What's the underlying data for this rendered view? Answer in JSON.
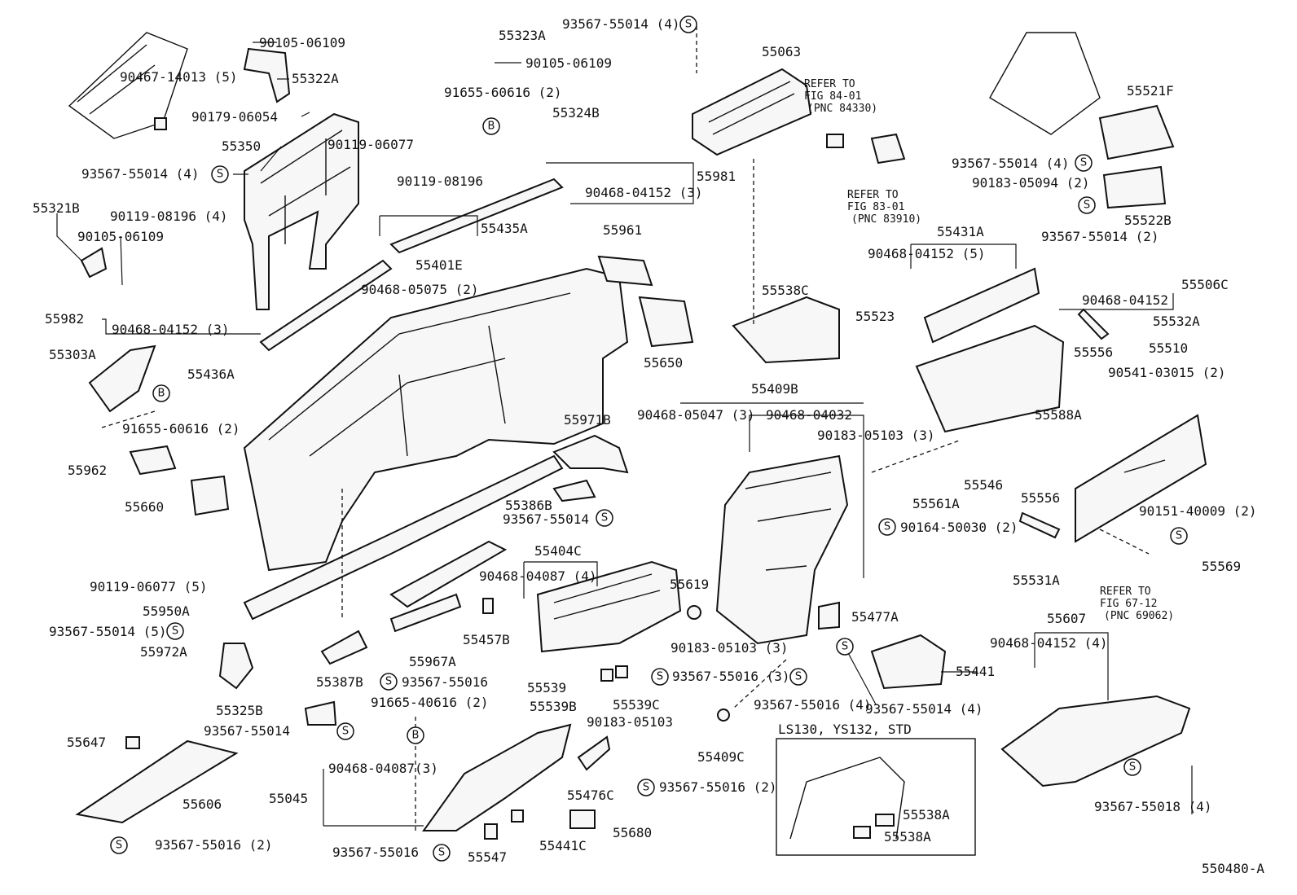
{
  "diagram_id": "550480-A",
  "inset_title": "LS130, YS132, STD",
  "refer_notes": {
    "fig_84_01": [
      "REFER TO",
      "FIG 84-01",
      "(PNC 84330)"
    ],
    "fig_83_01": [
      "REFER TO",
      "FIG 83-01",
      "(PNC 83910)"
    ],
    "fig_67_12": [
      "REFER TO",
      "FIG 67-12",
      "(PNC 69062)"
    ]
  },
  "symbols": {
    "s": "S",
    "b": "B"
  },
  "labels": {
    "p90105_06109_top": "90105-06109",
    "p90467_14013": "90467-14013 (5)",
    "p55322A": "55322A",
    "p90179_06054": "90179-06054",
    "p90119_06077_top": "90119-06077",
    "p55350": "55350",
    "p93567_55014_4_left": "93567-55014 (4)",
    "p55321B": "55321B",
    "p90119_08196_4": "90119-08196 (4)",
    "p90105_06109_left": "90105-06109",
    "p55982": "55982",
    "p90468_04152_3_left": "90468-04152 (3)",
    "p55303A": "55303A",
    "p55436A": "55436A",
    "p91655_60616_2_left": "91655-60616 (2)",
    "p55962": "55962",
    "p55660": "55660",
    "p90119_06077_5": "90119-06077 (5)",
    "p55950A": "55950A",
    "p93567_55014_5": "93567-55014 (5)",
    "p55972A": "55972A",
    "p55325B": "55325B",
    "p93567_55014_bl": "93567-55014",
    "p55647": "55647",
    "p55606": "55606",
    "p93567_55016_2_bl": "93567-55016 (2)",
    "p55323A": "55323A",
    "p90105_06109_mid": "90105-06109",
    "p91655_60616_2_top": "91655-60616 (2)",
    "p55324B": "55324B",
    "p90119_08196": "90119-08196",
    "p90468_04152_3_top": "90468-04152 (3)",
    "p55981": "55981",
    "p55435A": "55435A",
    "p55401E": "55401E",
    "p90468_05075_2": "90468-05075 (2)",
    "p55961": "55961",
    "p55650": "55650",
    "p55971B": "55971B",
    "p55386B": "55386B",
    "p93567_55014_mid": "93567-55014",
    "p55387B": "55387B",
    "p93567_55016_mid": "93567-55016",
    "p91665_40616_2": "91665-40616 (2)",
    "p55967A": "55967A",
    "p55457B": "55457B",
    "p55404C": "55404C",
    "p90468_04087_4": "90468-04087 (4)",
    "p55539": "55539",
    "p55539B": "55539B",
    "p55539C": "55539C",
    "p90183_05103_3_mid": "90183-05103 (3)",
    "p93567_55016_3": "93567-55016 (3)",
    "p90183_05103": "90183-05103",
    "p93567_55016_2_mid": "93567-55016 (2)",
    "p90468_04087_3": "90468-04087(3)",
    "p55045": "55045",
    "p55476C": "55476C",
    "p55680": "55680",
    "p93567_55016_bot": "93567-55016",
    "p55547": "55547",
    "p55441C": "55441C",
    "p55619": "55619",
    "p93567_55014_4_top": "93567-55014 (4)",
    "p55063": "55063",
    "p55538C": "55538C",
    "p55523": "55523",
    "p55409B": "55409B",
    "p90468_05047_3": "90468-05047 (3)",
    "p90468_04032": "90468-04032",
    "p90183_05103_3_r": "90183-05103 (3)",
    "p55477A": "55477A",
    "p93567_55016_4": "93567-55016 (4)",
    "p55409C": "55409C",
    "p55441": "55441",
    "p93567_55014_4_mid": "93567-55014 (4)",
    "p55538A_1": "55538A",
    "p55538A_2": "55538A",
    "p55521F": "55521F",
    "p93567_55014_4_right": "93567-55014 (4)",
    "p90183_05094_2": "90183-05094 (2)",
    "p55522B": "55522B",
    "p93567_55014_2": "93567-55014 (2)",
    "p55431A": "55431A",
    "p90468_04152_5": "90468-04152 (5)",
    "p55506C": "55506C",
    "p90468_04152_r": "90468-04152",
    "p55532A": "55532A",
    "p55556_top": "55556",
    "p55510": "55510",
    "p90541_03015_2": "90541-03015 (2)",
    "p55588A": "55588A",
    "p55546": "55546",
    "p55561A": "55561A",
    "p90164_50030_2": "90164-50030 (2)",
    "p55556_bot": "55556",
    "p90151_40009_2": "90151-40009 (2)",
    "p55569": "55569",
    "p55531A": "55531A",
    "p55607": "55607",
    "p90468_04152_4": "90468-04152 (4)",
    "p93567_55018_4": "93567-55018 (4)"
  }
}
